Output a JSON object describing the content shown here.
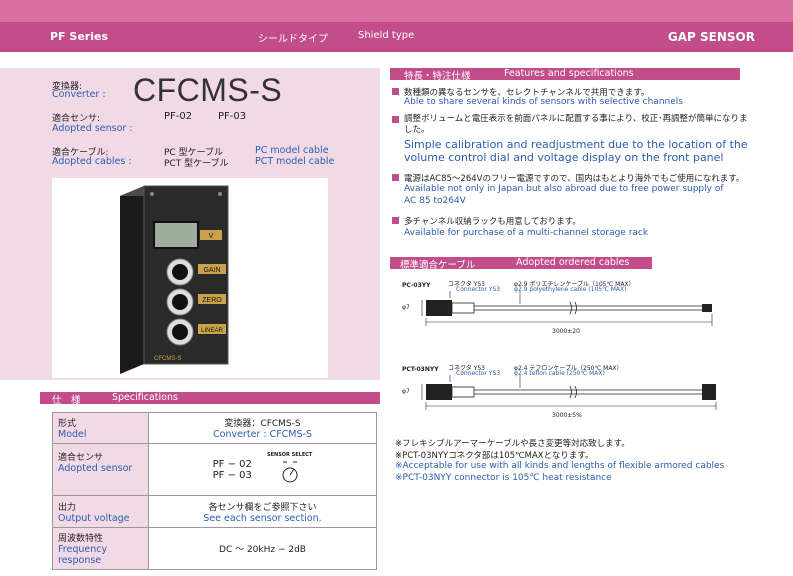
{
  "header": {
    "series": "PF Series",
    "type_jp": "シールドタイプ",
    "type_en": "Shield type",
    "category": "GAP SENSOR"
  },
  "product": {
    "converter_label_jp": "変換器:",
    "converter_label_en": "Converter :",
    "model": "CFCMS-S",
    "sensor_label_jp": "適合センサ:",
    "sensor_label_en": "Adopted sensor :",
    "sensor_1": "PF-02",
    "sensor_2": "PF-03",
    "cable_label_jp": "適合ケーブル:",
    "cable_label_en": "Adopted cables :",
    "cable_1_jp": "PC 型ケーブル",
    "cable_1_en": "PC model cable",
    "cable_2_jp": "PCT 型ケーブル",
    "cable_2_en": "PCT model cable"
  },
  "photo": {
    "panel_v": "V",
    "panel_gain": "GAIN",
    "panel_zero": "ZERO",
    "panel_linear": "LINEAR",
    "panel_model": "CFCMS-S"
  },
  "specs": {
    "title_jp": "仕　様",
    "title_en": "Specifications",
    "rows": [
      {
        "label_jp": "形式",
        "label_en": "Model",
        "value_jp": "変換器：CFCMS-S",
        "value_en": "Converter : CFCMS-S"
      },
      {
        "label_jp": "適合センサ",
        "label_en": "Adopted sensor",
        "value_1": "PF − 02",
        "value_2": "PF − 03",
        "sensor_select": "SENSOR SELECT"
      },
      {
        "label_jp": "出力",
        "label_en": "Output voltage",
        "value_jp": "各センサ欄をご参照下さい",
        "value_en": "See each sensor section."
      },
      {
        "label_jp": "周波数特性",
        "label_en": "Frequency response",
        "value": "DC 〜 20kHz  − 2dB"
      }
    ]
  },
  "features": {
    "title_jp": "特長・特注仕様",
    "title_en": "Features and specifications",
    "items": [
      {
        "jp": "数種類の異なるセンサを、セレクトチャンネルで共用できます。",
        "en": "Able to share several kinds of sensors with selective channels"
      },
      {
        "jp": "調整ボリュームと電圧表示を前面パネルに配置する事により、校正･再調整が簡単になりました。",
        "en1": "Simple calibration and readjustment due to the location of the",
        "en2": "volume control dial and voltage display on the front panel"
      },
      {
        "jp": "電源はAC85〜264Vのフリー電源ですので、国内はもとより海外でもご使用になれます。",
        "en1": "Available not only in Japan but also abroad due to free power supply of",
        "en2": "AC 85 to264V"
      },
      {
        "jp": "多チャンネル収納ラックも用意しております。",
        "en": "Available for purchase of a multi-channel storage rack"
      }
    ]
  },
  "cables": {
    "title_jp": "標準適合ケーブル",
    "title_en": "Adopted ordered cables",
    "cable1": {
      "name": "PC-03YY",
      "conn_jp": "コネクタ YS3",
      "conn_en": "Connector YS3",
      "spec_jp": "φ2.9 ポリエチレンケーブル（105℃ MAX）",
      "spec_en": "φ2.9 polyethylene cable (105℃ MAX)",
      "dim": "φ7",
      "length": "3000±20"
    },
    "cable2": {
      "name": "PCT-03NYY",
      "conn_jp": "コネクタ YS3",
      "conn_en": "Connector YS3",
      "spec_jp": "φ2.4 テフロンケーブル（250℃ MAX）",
      "spec_en": "φ2.4 teflon cable (250℃ MAX)",
      "dim": "φ7",
      "length": "3000±5%"
    },
    "notes_jp_1": "※フレキシブルアーマーケーブルや長さ変更等対応致します。",
    "notes_jp_2": "※PCT-03NYYコネクタ部は105℃MAXとなります。",
    "notes_en_1": "※Acceptable for use with all kinds and lengths of flexible armored cables",
    "notes_en_2": "※PCT-03NYY connector is 105℃ heat resistance"
  },
  "colors": {
    "accent": "#c24d8a",
    "accent_light": "#f1d9e5",
    "english_text": "#2a5db0"
  }
}
